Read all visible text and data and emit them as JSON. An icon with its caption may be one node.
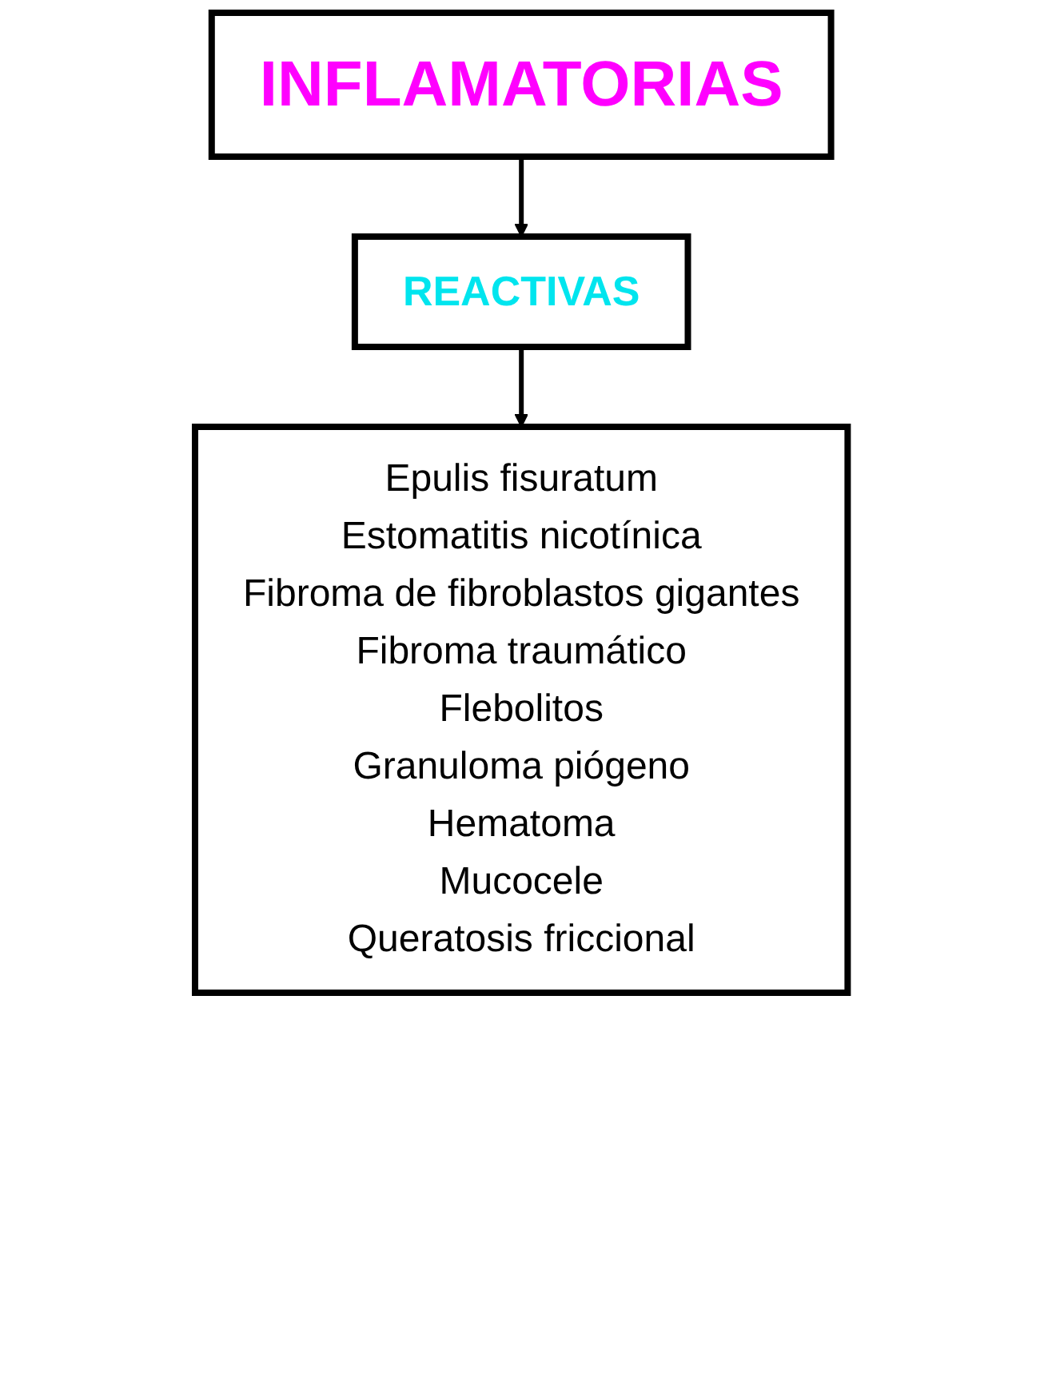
{
  "diagram": {
    "nodes": [
      {
        "text": [
          "INFLAMATORIAS"
        ]
      },
      {
        "text": [
          "REACTIVAS"
        ]
      },
      {
        "text": [
          "Epulis fisuratum",
          "Estomatitis nicotínica",
          "Fibroma de fibroblastos gigantes",
          "Fibroma traumático",
          "Flebolitos",
          "Granuloma piógeno",
          "Hematoma",
          "Mucocele",
          "Queratosis friccional"
        ]
      }
    ],
    "edges": [
      {
        "from": 0,
        "to": 1,
        "arrow": "to"
      },
      {
        "from": 1,
        "to": 2,
        "arrow": "to"
      }
    ]
  }
}
